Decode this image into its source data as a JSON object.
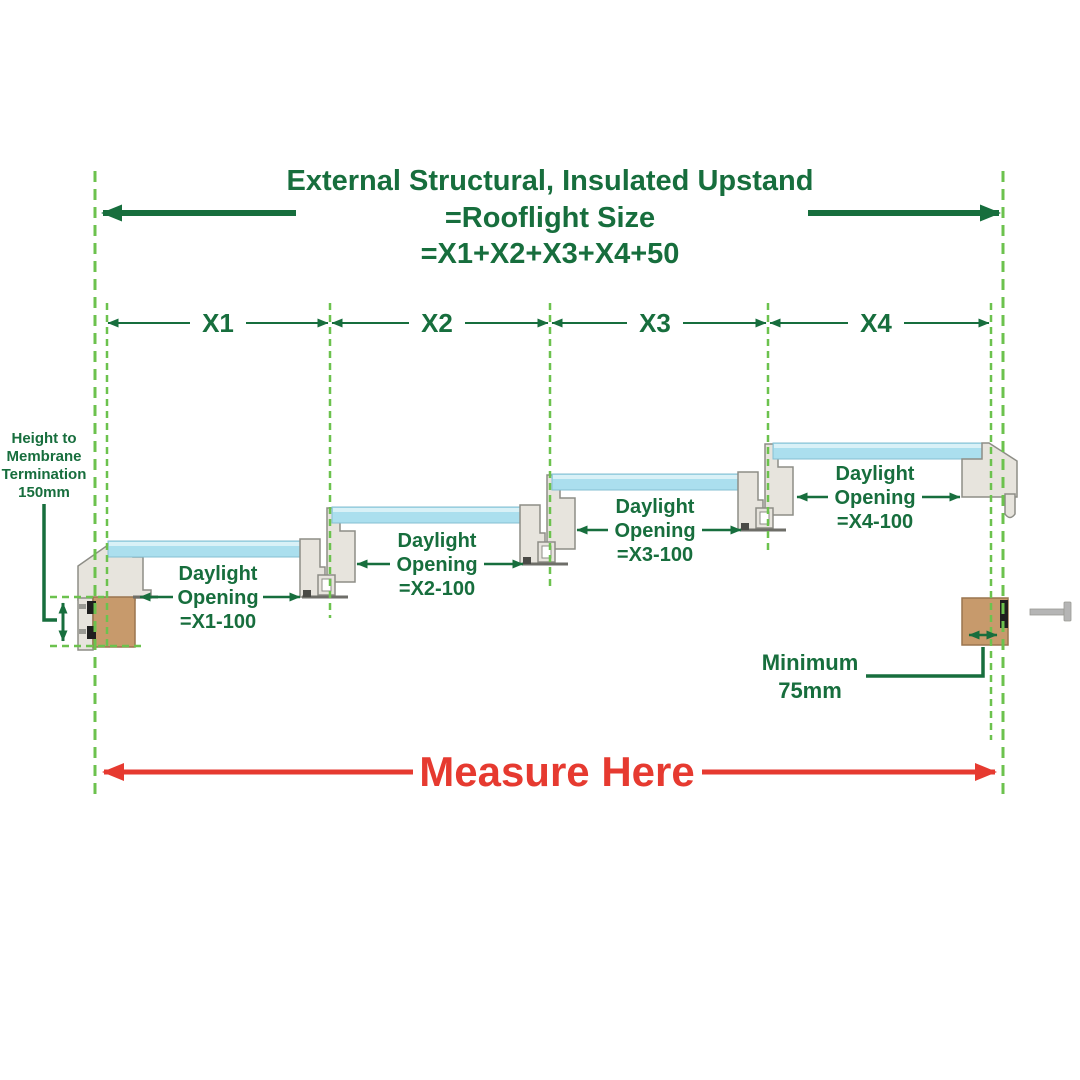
{
  "colors": {
    "green_dark": "#176e3d",
    "green_light": "#6cc24e",
    "red": "#e63a30",
    "glass_fill": "#abdfee",
    "glass_highlight": "#d9f1f7",
    "glass_edge": "#84bfd2",
    "frame_fill": "#e7e4dd",
    "frame_stroke": "#8d8d86",
    "timber_fill": "#c79a6c",
    "timber_stroke": "#9a754e",
    "base_line": "#6e6e68",
    "metal_gray": "#b5b5b5",
    "black_part": "#1f1f1f"
  },
  "title": {
    "line1": "External Structural, Insulated Upstand",
    "line2": "=Rooflight Size",
    "line3": "=X1+X2+X3+X4+50"
  },
  "dims": {
    "x1": "X1",
    "x2": "X2",
    "x3": "X3",
    "x4": "X4"
  },
  "sections": [
    {
      "line1": "Daylight",
      "line2": "Opening",
      "line3": "=X1-100"
    },
    {
      "line1": "Daylight",
      "line2": "Opening",
      "line3": "=X2-100"
    },
    {
      "line1": "Daylight",
      "line2": "Opening",
      "line3": "=X3-100"
    },
    {
      "line1": "Daylight",
      "line2": "Opening",
      "line3": "=X4-100"
    }
  ],
  "left_annotation": {
    "line1": "Height to",
    "line2": "Membrane",
    "line3": "Termination",
    "line4": "150mm"
  },
  "right_annotation": {
    "line1": "Minimum",
    "line2": "75mm"
  },
  "measure_here": "Measure Here"
}
